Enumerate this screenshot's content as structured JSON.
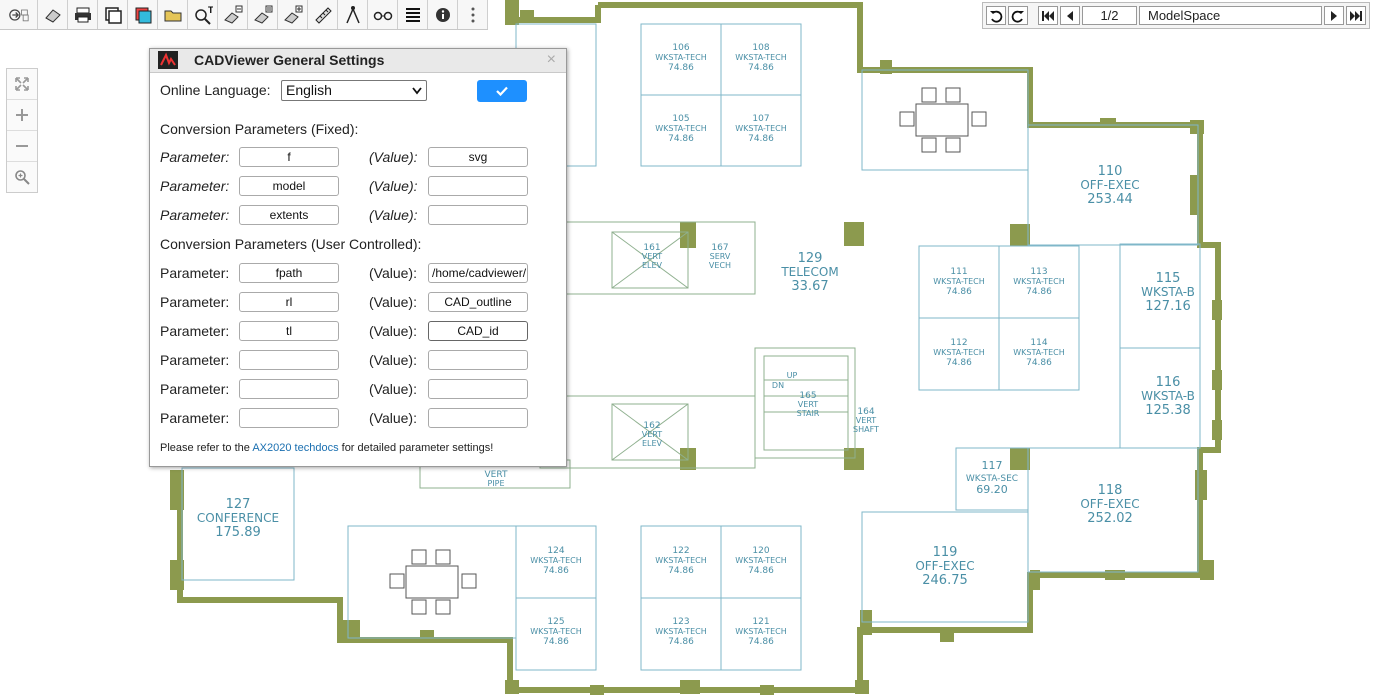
{
  "toolbar": {
    "icons": [
      "navigate-icon",
      "layers-icon",
      "clear-icon",
      "print-icon",
      "page-icon",
      "page-color-icon",
      "open-folder-icon",
      "zoom-text-icon",
      "clear-minus-icon",
      "clear-swap-icon",
      "clear-plus-icon",
      "measure-icon",
      "compass-icon",
      "glasses-icon",
      "lines-icon",
      "info-icon",
      "more-icon"
    ],
    "zoom_text_label": "T"
  },
  "nav": {
    "page": "1/2",
    "space": "ModelSpace"
  },
  "dialog": {
    "title": "CADViewer General Settings",
    "close_label": "×",
    "language_label": "Online Language:",
    "language_value": "English",
    "fixed_heading": "Conversion Parameters (Fixed):",
    "user_heading": "Conversion Parameters (User Controlled):",
    "param_label": "Parameter:",
    "value_label": "(Value):",
    "fixed_params": [
      {
        "param": "f",
        "value": "svg"
      },
      {
        "param": "model",
        "value": ""
      },
      {
        "param": "extents",
        "value": ""
      }
    ],
    "user_params": [
      {
        "param": "fpath",
        "value": "/home/cadviewer/"
      },
      {
        "param": "rl",
        "value": "CAD_outline"
      },
      {
        "param": "tl",
        "value": "CAD_id"
      },
      {
        "param": "",
        "value": ""
      },
      {
        "param": "",
        "value": ""
      },
      {
        "param": "",
        "value": ""
      }
    ],
    "footnote_pre": "Please refer to the ",
    "footnote_link": "AX2020 techdocs",
    "footnote_post": " for detailed parameter settings!"
  },
  "rooms": [
    {
      "num": "106",
      "name": "WKSTA-TECH",
      "area": "74.86"
    },
    {
      "num": "108",
      "name": "WKSTA-TECH",
      "area": "74.86"
    },
    {
      "num": "105",
      "name": "WKSTA-TECH",
      "area": "74.86"
    },
    {
      "num": "107",
      "name": "WKSTA-TECH",
      "area": "74.86"
    },
    {
      "num": "110",
      "name": "OFF-EXEC",
      "area": "253.44"
    },
    {
      "num": "111",
      "name": "WKSTA-TECH",
      "area": "74.86"
    },
    {
      "num": "113",
      "name": "WKSTA-TECH",
      "area": "74.86"
    },
    {
      "num": "112",
      "name": "WKSTA-TECH",
      "area": "74.86"
    },
    {
      "num": "114",
      "name": "WKSTA-TECH",
      "area": "74.86"
    },
    {
      "num": "115",
      "name": "WKSTA-B",
      "area": "127.16"
    },
    {
      "num": "116",
      "name": "WKSTA-B",
      "area": "125.38"
    },
    {
      "num": "117",
      "name": "WKSTA-SEC",
      "area": "69.20"
    },
    {
      "num": "118",
      "name": "OFF-EXEC",
      "area": "252.02"
    },
    {
      "num": "119",
      "name": "OFF-EXEC",
      "area": "246.75"
    },
    {
      "num": "127",
      "name": "CONFERENCE",
      "area": "175.89"
    },
    {
      "num": "124",
      "name": "WKSTA-TECH",
      "area": "74.86"
    },
    {
      "num": "125",
      "name": "WKSTA-TECH",
      "area": "74.86"
    },
    {
      "num": "122",
      "name": "WKSTA-TECH",
      "area": "74.86"
    },
    {
      "num": "120",
      "name": "WKSTA-TECH",
      "area": "74.86"
    },
    {
      "num": "123",
      "name": "WKSTA-TECH",
      "area": "74.86"
    },
    {
      "num": "121",
      "name": "WKSTA-TECH",
      "area": "74.86"
    },
    {
      "num": "129",
      "name": "TELECOM",
      "area": "33.67"
    },
    {
      "num": "161",
      "name": "VERT",
      "area": "ELEV"
    },
    {
      "num": "167",
      "name": "SERV",
      "area": "VECH"
    },
    {
      "num": "162",
      "name": "VERT",
      "area": "ELEV"
    },
    {
      "num": "165",
      "name": "VERT",
      "area": "STAIR"
    },
    {
      "num": "164",
      "name": "VERT",
      "area": "SHAFT"
    },
    {
      "num": "VERT",
      "name": "PIPE",
      "area": ""
    }
  ],
  "plan_labels": {
    "up": "UP",
    "dn": "DN"
  },
  "colors": {
    "wall": "#8c9a4e",
    "room_line": "#7fb7c9",
    "accent": "#1e90ff"
  }
}
